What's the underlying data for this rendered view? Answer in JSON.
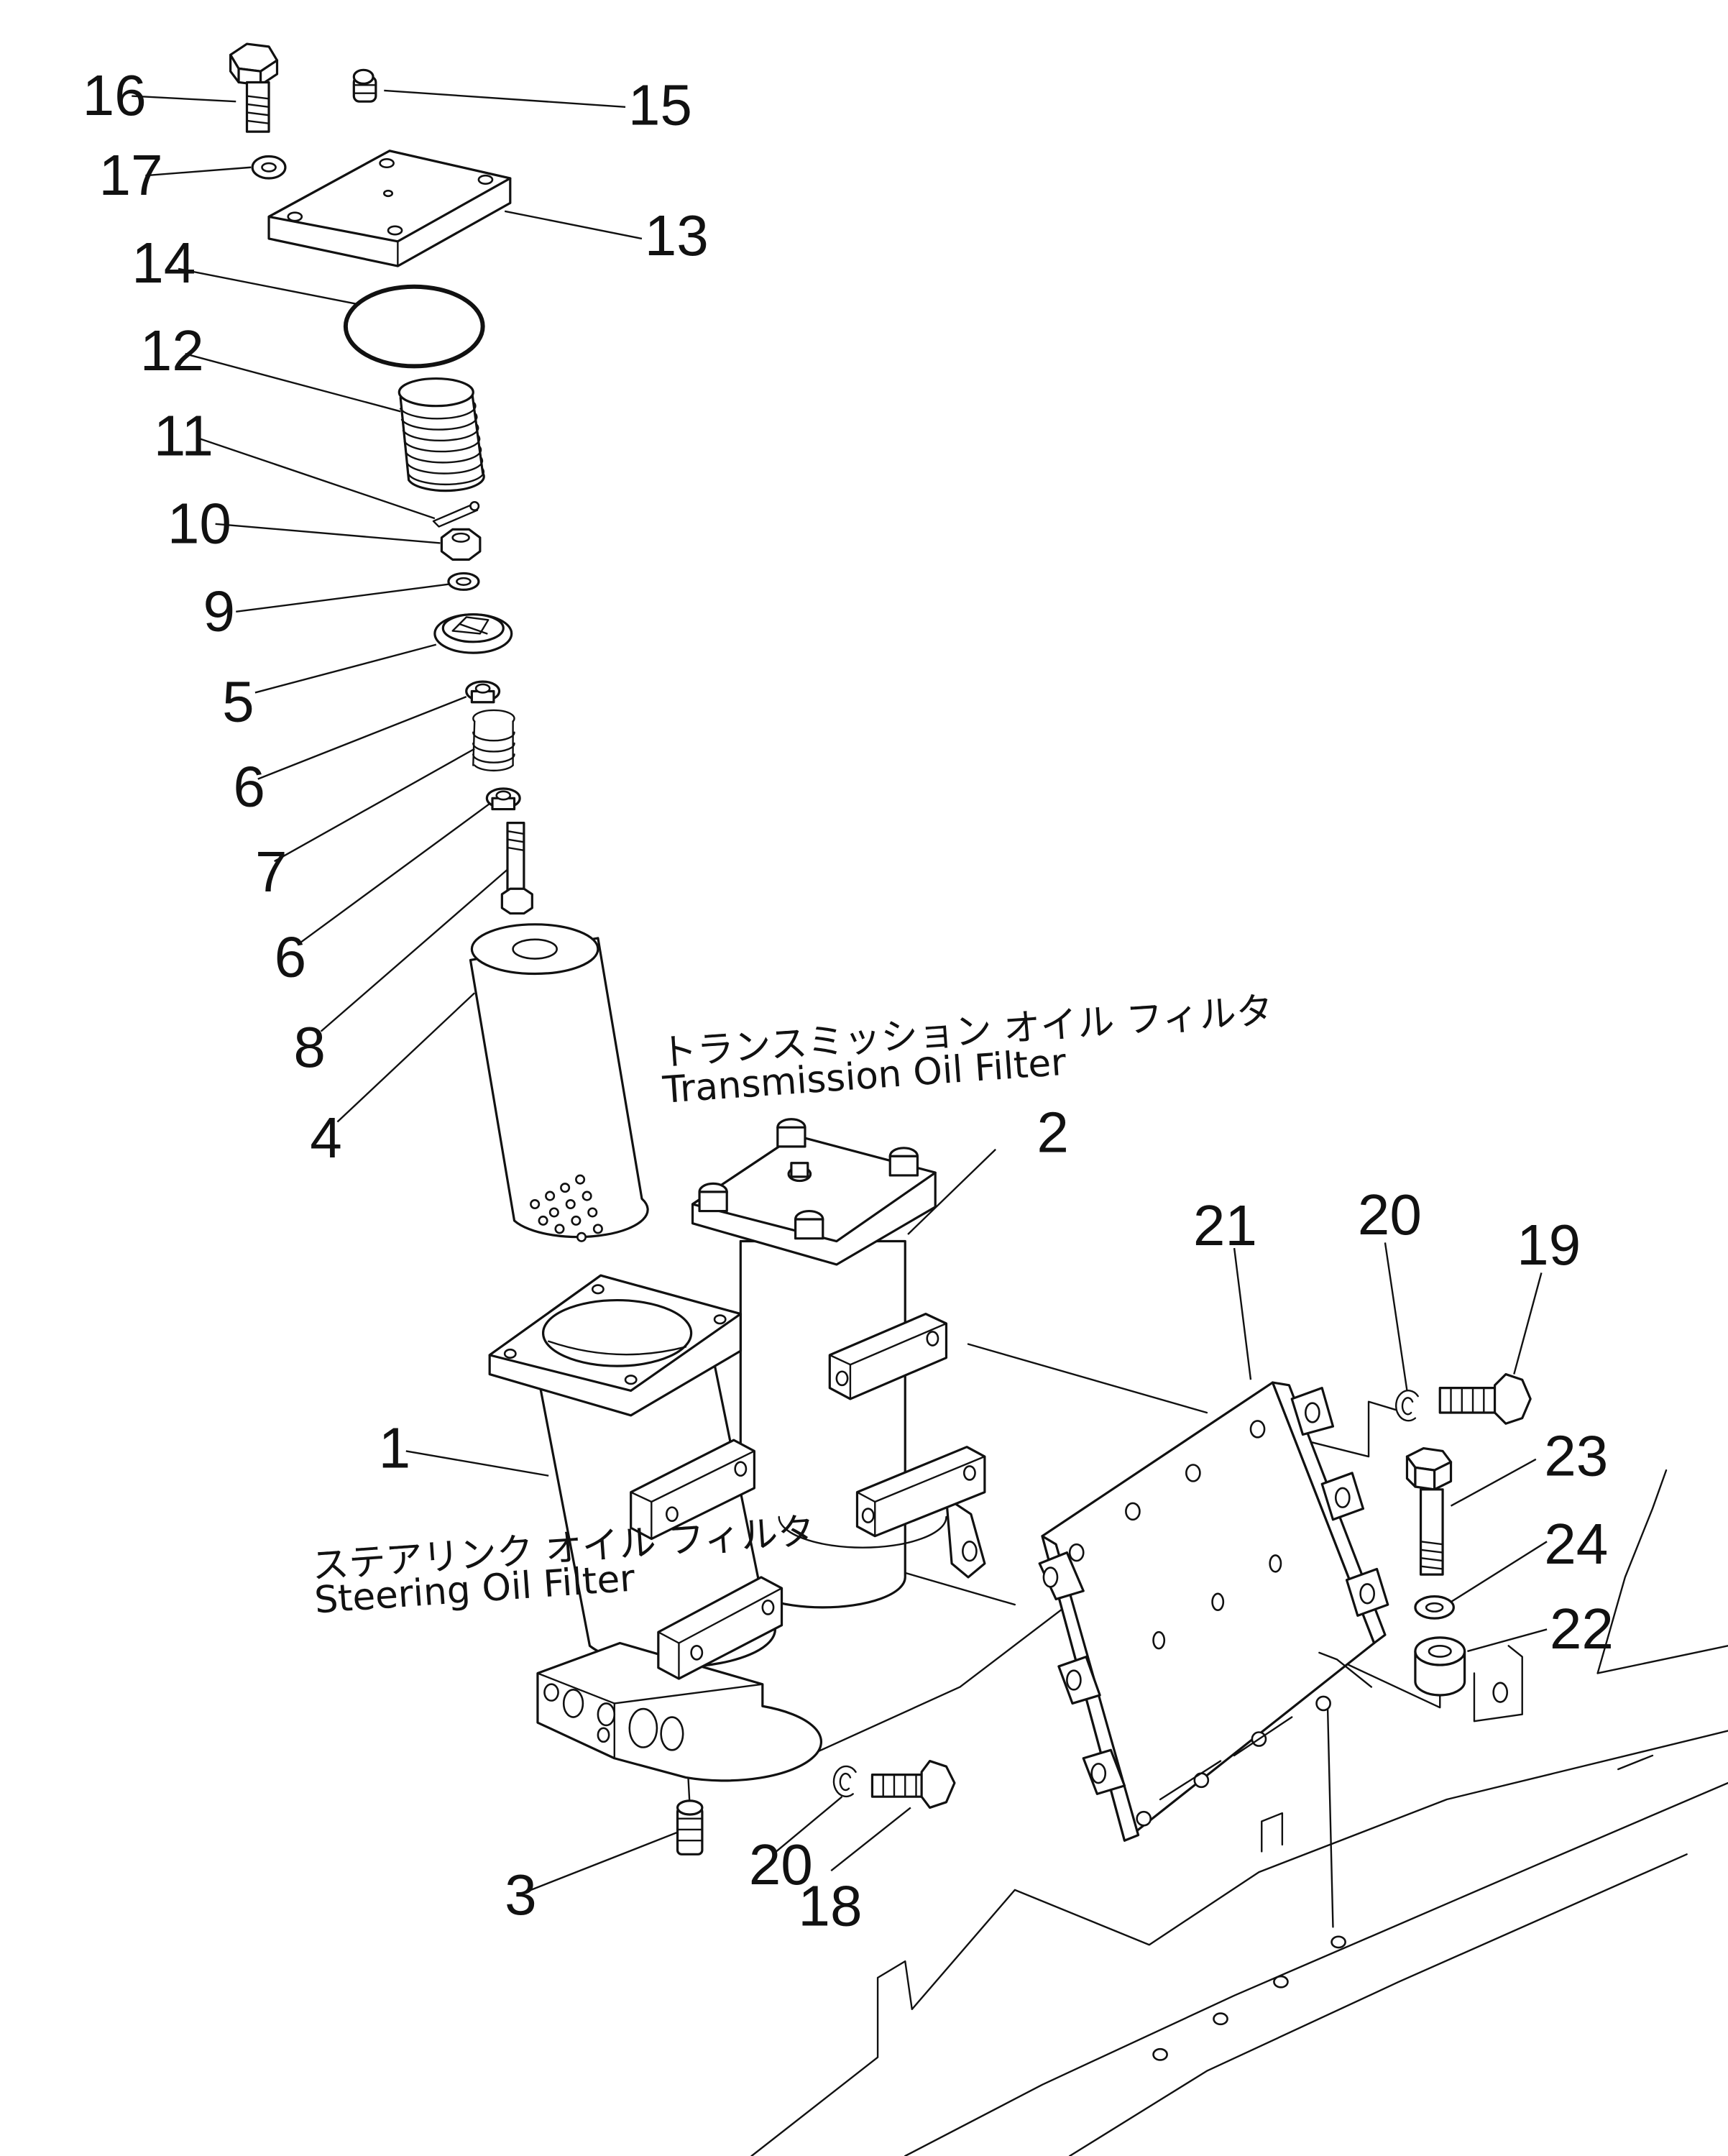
{
  "callouts": {
    "p1": "1",
    "p2": "2",
    "p3": "3",
    "p4": "4",
    "p5": "5",
    "p6a": "6",
    "p6b": "6",
    "p7": "7",
    "p8": "8",
    "p9": "9",
    "p10": "10",
    "p11": "11",
    "p12": "12",
    "p13": "13",
    "p14": "14",
    "p15": "15",
    "p16": "16",
    "p17": "17",
    "p18": "18",
    "p19": "19",
    "p20a": "20",
    "p20b": "20",
    "p21": "21",
    "p22": "22",
    "p23": "23",
    "p24": "24"
  },
  "captions": {
    "transmission_jp": "トランスミッション オイル フィルタ",
    "transmission_en": "Transmission Oil Filter",
    "steering_jp": "ステアリンク オイル フィルタ",
    "steering_en": "Steering Oil Filter"
  }
}
